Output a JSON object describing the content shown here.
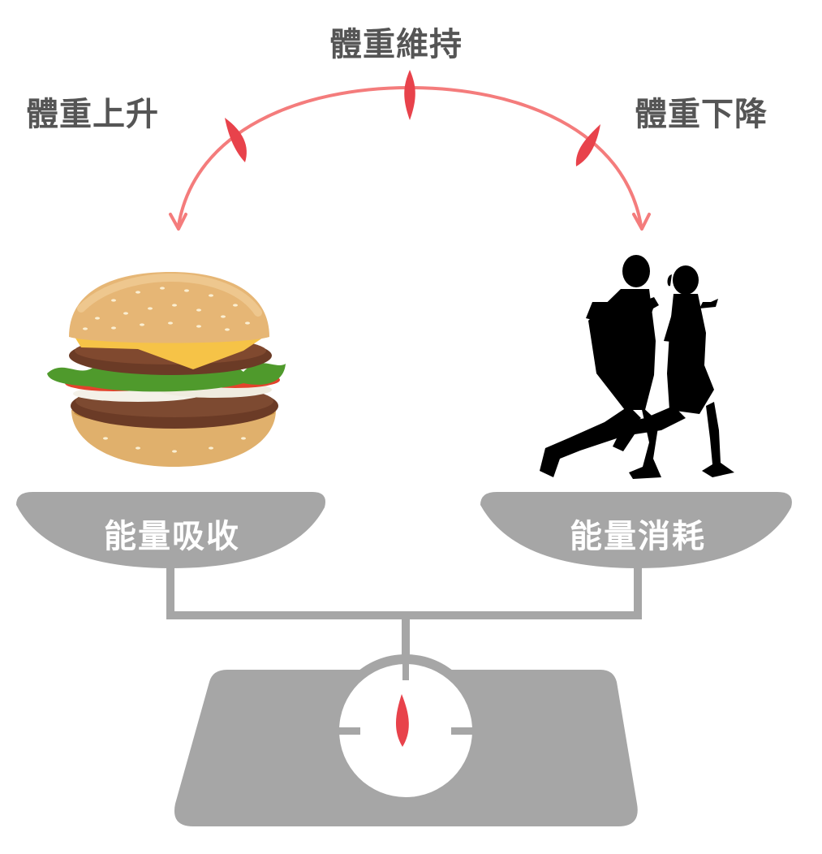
{
  "labels": {
    "top": "體重維持",
    "left": "體重上升",
    "right": "體重下降"
  },
  "pans": {
    "left": "能量吸收",
    "right": "能量消耗"
  },
  "colors": {
    "arrow": "#f47c7c",
    "needle": "#e8424b",
    "scale": "#a6a6a6",
    "text": "#555555"
  },
  "icons": {
    "left_image": "hamburger-icon",
    "right_image": "runners-silhouette-icon"
  }
}
